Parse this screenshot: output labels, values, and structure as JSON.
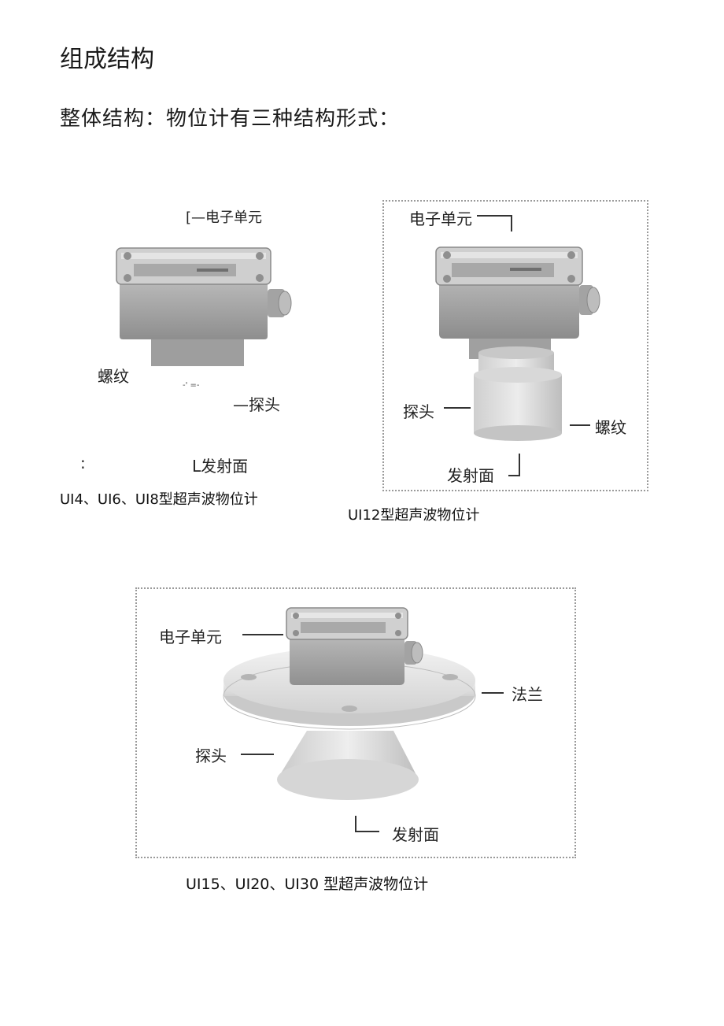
{
  "heading": "组成结构",
  "subheading": "整体结构：物位计有三种结构形式：",
  "figure1": {
    "label_electronics": "[—电子单元",
    "label_thread": "螺纹",
    "label_noise": "-' =-",
    "label_probe": "—探头",
    "label_colon": ":",
    "label_emitter": "L发射面",
    "caption": "UI4、UI6、UI8型超声波物位计"
  },
  "figure2": {
    "label_electronics": "电子单元",
    "label_probe": "探头",
    "label_thread": "螺纹",
    "label_emitter": "发射面",
    "caption": "UI12型超声波物位计"
  },
  "figure3": {
    "label_electronics": "电子单元",
    "label_flange": "法兰",
    "label_probe": "探头",
    "label_emitter": "发射面",
    "caption": "UI15、UI20、UI30 型超声波物位计"
  }
}
